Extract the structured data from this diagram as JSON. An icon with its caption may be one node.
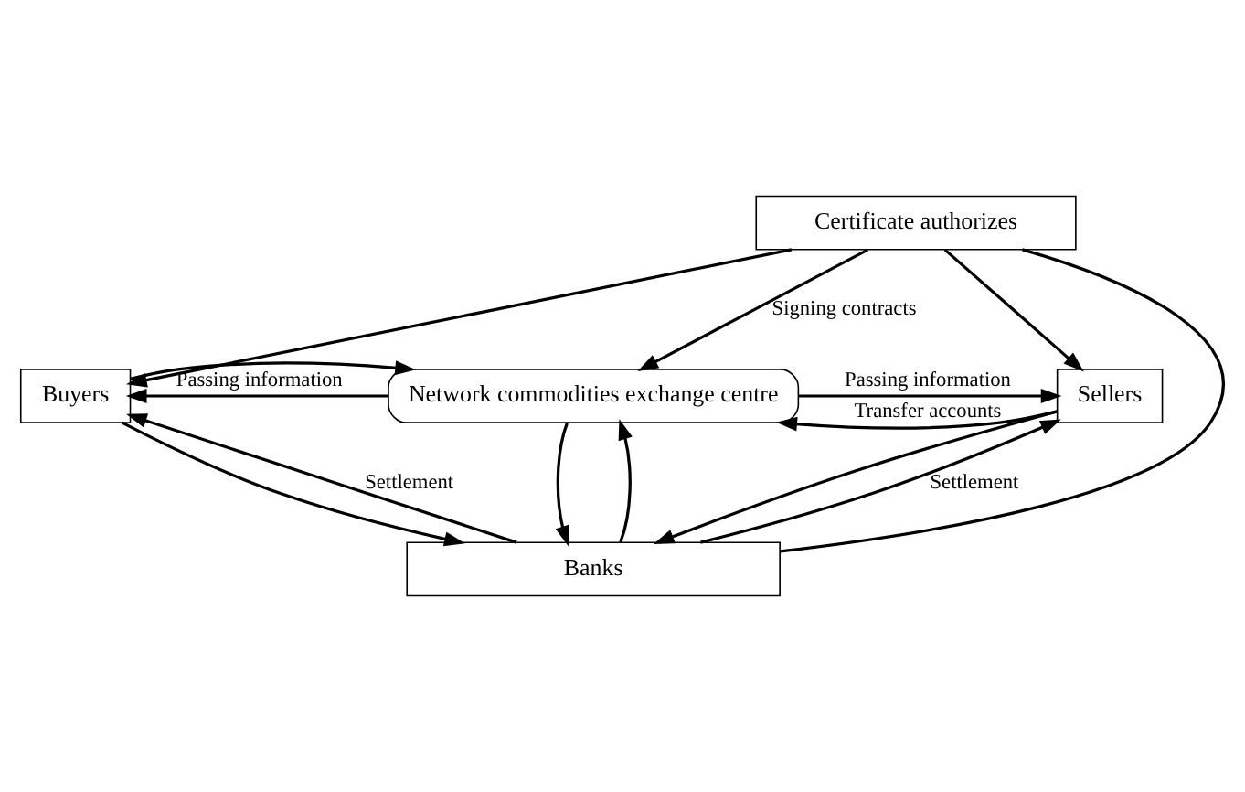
{
  "diagram": {
    "nodes": [
      {
        "text": [
          "Certificate authorizes"
        ]
      },
      {
        "text": [
          "Buyers"
        ]
      },
      {
        "text": [
          "Network commodities exchange centre"
        ]
      },
      {
        "text": [
          "Sellers"
        ]
      },
      {
        "text": [
          "Banks"
        ]
      }
    ],
    "edges": [
      {
        "from": 0,
        "to": 1,
        "arrow": "to"
      },
      {
        "from": 0,
        "to": 3,
        "arrow": "to"
      },
      {
        "from": 0,
        "to": 2,
        "arrow": "to",
        "label": "Signing contracts"
      },
      {
        "from": 0,
        "to": 4,
        "arrow": "none"
      },
      {
        "from": 2,
        "to": 1,
        "arrow": "to",
        "label": "Passing information"
      },
      {
        "from": 1,
        "to": 2,
        "arrow": "to"
      },
      {
        "from": 2,
        "to": 3,
        "arrow": "to",
        "label": "Passing information"
      },
      {
        "from": 3,
        "to": 2,
        "arrow": "to",
        "label": "Transfer accounts"
      },
      {
        "from": 2,
        "to": 4,
        "arrow": "to"
      },
      {
        "from": 4,
        "to": 2,
        "arrow": "to"
      },
      {
        "from": 4,
        "to": 1,
        "arrow": "to",
        "label": "Settlement"
      },
      {
        "from": 1,
        "to": 4,
        "arrow": "to"
      },
      {
        "from": 4,
        "to": 3,
        "arrow": "to",
        "label": "Settlement"
      },
      {
        "from": 3,
        "to": 4,
        "arrow": "to"
      }
    ]
  }
}
